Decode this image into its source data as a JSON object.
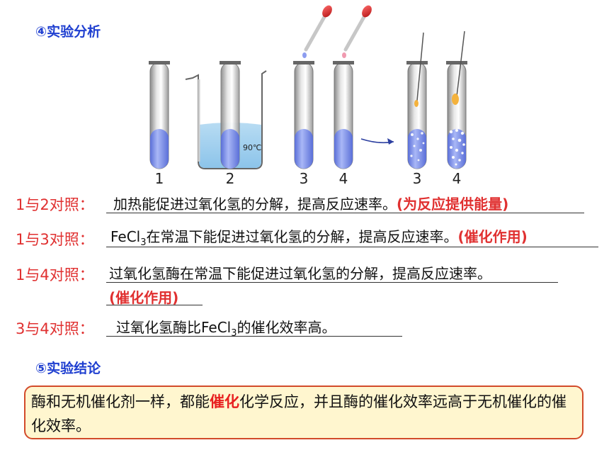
{
  "section4": {
    "title": "④实验分析"
  },
  "apparatus": {
    "tube_labels": [
      "1",
      "2",
      "3",
      "4",
      "3",
      "4"
    ],
    "beaker_temp": "90℃"
  },
  "comparisons": [
    {
      "label": "1与2对照：",
      "text": "加热能促进过氧化氢的分解，提高反应速率。",
      "note": "(为反应提供能量)"
    },
    {
      "label": "1与3对照：",
      "text_pre": "FeCl",
      "sub": "3",
      "text_post": "在常温下能促进过氧化氢的分解，提高反应速率。",
      "note": "(催化作用)"
    },
    {
      "label": "1与4对照：",
      "text": "过氧化氢酶在常温下能促进过氧化氢的分解，提高反应速率。",
      "note": "(催化作用)"
    },
    {
      "label": "3与4对照：",
      "text_pre": "过氧化氢酶比FeCl",
      "sub": "3",
      "text_post": "的催化效率高。"
    }
  ],
  "section5": {
    "title": "⑤实验结论"
  },
  "conclusion": {
    "pre": "酶和无机催化剂一样，都能",
    "highlight": "催化",
    "post": "化学反应，并且酶的催化效率远高于无机催化的催化效率。"
  },
  "colors": {
    "title_blue": "#1f3fd0",
    "label_red": "#e03030",
    "box_border": "#d24a2a",
    "box_fill": "#fff6cf",
    "liquid_blue": "#7f95ee"
  }
}
